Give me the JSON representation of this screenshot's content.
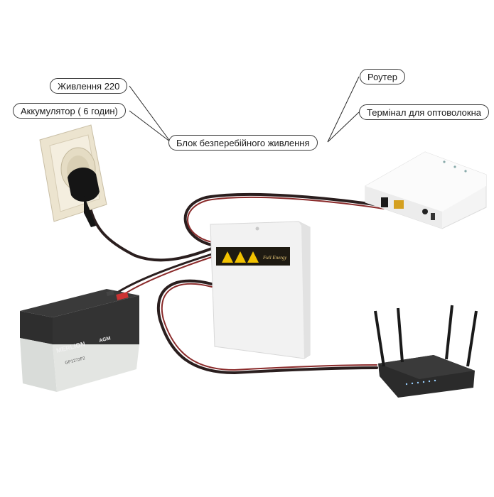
{
  "labels": {
    "mains": "Живлення 220",
    "battery": "Аккумулятор ( 6 годин)",
    "ups": "Блок безперебійного живлення",
    "router": "Роутер",
    "onu": "Термінал для оптоволокна"
  },
  "branding": {
    "ups_logo": "Full Energy",
    "battery_brand": "MERLION",
    "battery_model": "GP1272F2",
    "battery_type": "AGM"
  },
  "colors": {
    "cable": "#2a1e1e",
    "cable_red": "#8a2a2a",
    "label_border": "#3a3a3a",
    "ups_sticker": "#1e1a12",
    "warning_yellow": "#f2c200"
  },
  "icons": [
    "wall-socket-icon",
    "battery-icon",
    "ups-box-icon",
    "optical-terminal-icon",
    "wifi-router-icon"
  ]
}
